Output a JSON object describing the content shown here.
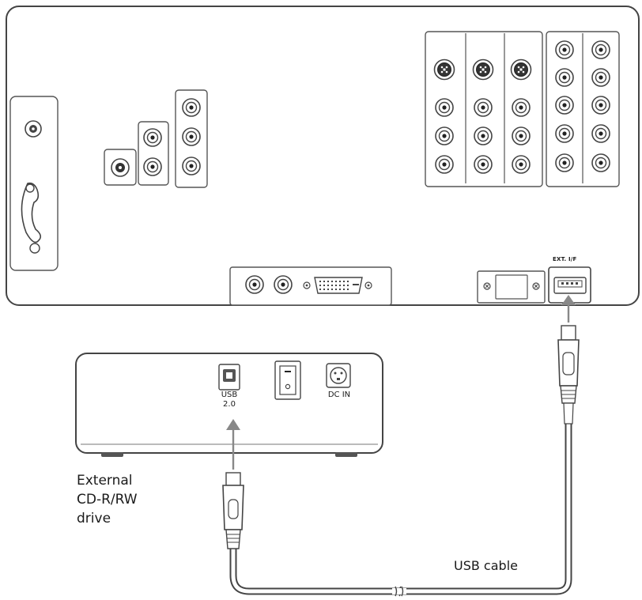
{
  "labels": {
    "external_drive_line1": "External",
    "external_drive_line2": "CD-R/RW",
    "external_drive_line3": "drive",
    "usb_cable": "USB cable",
    "ext_if_port": "EXT. I/F",
    "usb_port_line1": "USB",
    "usb_port_line2": "2.0",
    "dc_in": "DC IN"
  },
  "colors": {
    "outline": "#444444",
    "panel": "#ffffff",
    "jack_fill": "#222222"
  },
  "icons": [
    "rf-coax-icon",
    "composite-jack-icon",
    "s-video-jack-icon",
    "dvi-port-icon",
    "usb-a-port-icon",
    "usb-b-port-icon",
    "power-switch-icon",
    "dc-in-jack-icon",
    "usb-plug-icon",
    "arrow-up-icon"
  ]
}
